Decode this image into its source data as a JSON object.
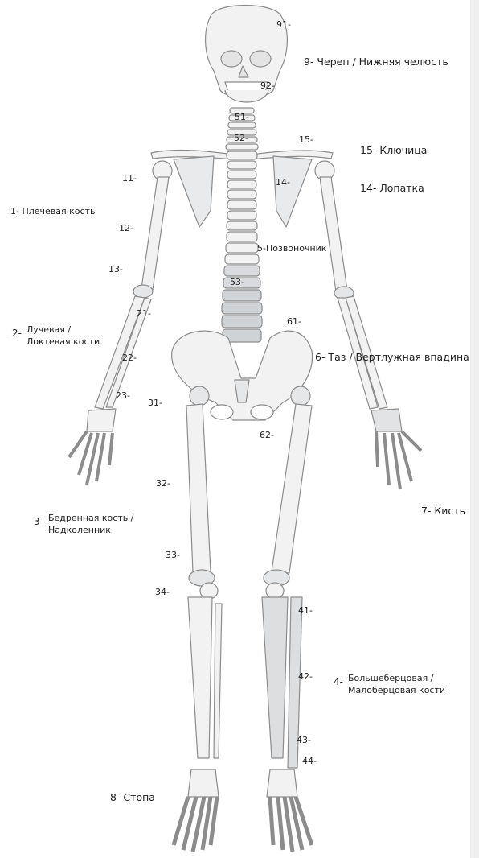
{
  "diagram": {
    "theme": {
      "bone_fill": "#f2f2f2",
      "bone_stroke": "#8c8c8c",
      "highlight": "#d0d3d6",
      "background": "#ffffff"
    },
    "numbers": {
      "n91": "91-",
      "n92": "92-",
      "n51": "51-",
      "n52": "52-",
      "n15": "15-",
      "n14": "14-",
      "n11": "11-",
      "n12": "12-",
      "n13": "13-",
      "n5": "5-",
      "n53": "53-",
      "n21": "21-",
      "n61": "61-",
      "n22": "22-",
      "n23": "23-",
      "n31": "31-",
      "n62": "62-",
      "n32": "32-",
      "n33": "33-",
      "n34": "34-",
      "n41": "41-",
      "n42": "42-",
      "n43": "43-",
      "n44": "44-"
    },
    "labels": {
      "skull": "9- Череп  / Нижняя челюсть",
      "clavicle": "15- Ключица",
      "scapula": "14- Лопатка",
      "humerus": "1- Плечевая кость",
      "spine": "Позвоночник",
      "pelvis": "6- Таз / Вертлужная впадина",
      "hand": "7- Кисть",
      "foot": "8- Стопа",
      "forearm": {
        "num": "2-",
        "line1": "Лучевая /",
        "line2": "Локтевая кости"
      },
      "femur": {
        "num": "3-",
        "line1": "Бедренная кость /",
        "line2": "Надколенник"
      },
      "shin": {
        "num": "4-",
        "line1": "Большеберцовая /",
        "line2": "Малоберцовая кости"
      }
    }
  }
}
